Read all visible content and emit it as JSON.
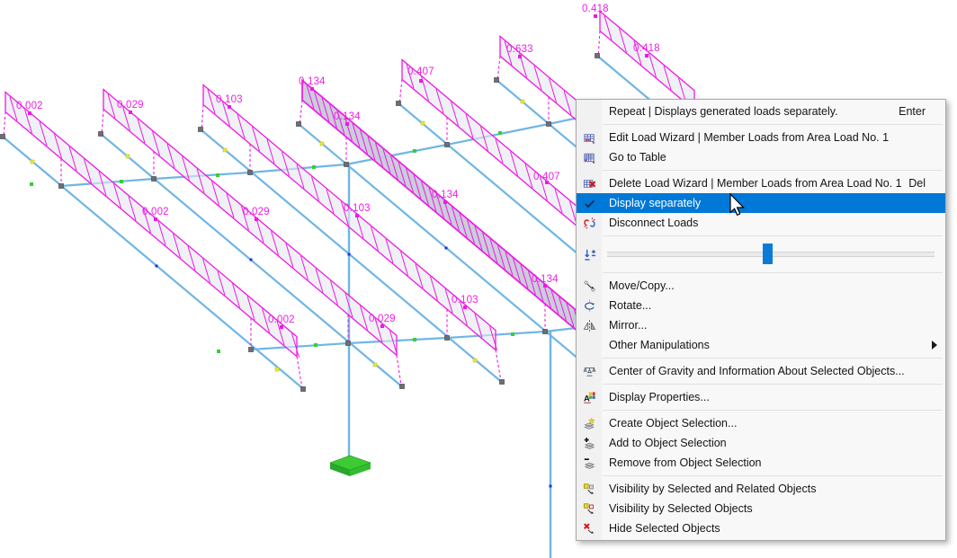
{
  "viewport": {
    "load_labels": [
      "0.002",
      "0.002",
      "0.002",
      "0.029",
      "0.029",
      "0.029",
      "0.103",
      "0.103",
      "0.103",
      "0.134",
      "0.134",
      "0.134",
      "0.134",
      "0.407",
      "0.407",
      "0.633",
      "0.418",
      "0.418"
    ],
    "colors": {
      "member_blue": "#6FB6E5",
      "load_magenta": "#ED1BE2",
      "band_fill": "#E6E8F2",
      "band_fill_selected": "#C8C9DA",
      "support_green": "#3DCB34",
      "node_gray": "#6E6E72"
    }
  },
  "context_menu": {
    "highlight_color": "#0078D7",
    "items": [
      {
        "label": "Repeat | Displays generated loads separately.",
        "shortcut": "Enter"
      },
      {
        "label": "Edit Load Wizard | Member Loads from Area Load No. 1",
        "icon": "load-wizard-edit-icon"
      },
      {
        "label": "Go to Table",
        "icon": "go-to-table-icon"
      },
      {
        "label": "Delete Load Wizard | Member Loads from Area Load No. 1",
        "shortcut": "Del",
        "icon": "load-wizard-delete-icon"
      },
      {
        "label": "Display separately",
        "checked": true,
        "highlighted": true,
        "icon": "checkmark-icon"
      },
      {
        "label": "Disconnect Loads",
        "icon": "disconnect-loads-icon"
      },
      {
        "type": "slider",
        "icon": "load-scale-icon",
        "value_percent": 49
      },
      {
        "label": "Move/Copy...",
        "icon": "move-copy-icon"
      },
      {
        "label": "Rotate...",
        "icon": "rotate-icon"
      },
      {
        "label": "Mirror...",
        "icon": "mirror-icon"
      },
      {
        "label": "Other Manipulations",
        "has_submenu": true
      },
      {
        "label": "Center of Gravity and Information About Selected Objects...",
        "icon": "center-of-gravity-icon"
      },
      {
        "label": "Display Properties...",
        "icon": "display-properties-icon"
      },
      {
        "label": "Create Object Selection...",
        "icon": "create-object-selection-icon"
      },
      {
        "label": "Add to Object Selection",
        "icon": "add-to-object-selection-icon"
      },
      {
        "label": "Remove from Object Selection",
        "icon": "remove-from-object-selection-icon"
      },
      {
        "label": "Visibility by Selected and Related Objects",
        "icon": "visibility-selected-related-icon"
      },
      {
        "label": "Visibility by Selected Objects",
        "icon": "visibility-selected-icon"
      },
      {
        "label": "Hide Selected Objects",
        "icon": "hide-selected-objects-icon"
      }
    ]
  }
}
